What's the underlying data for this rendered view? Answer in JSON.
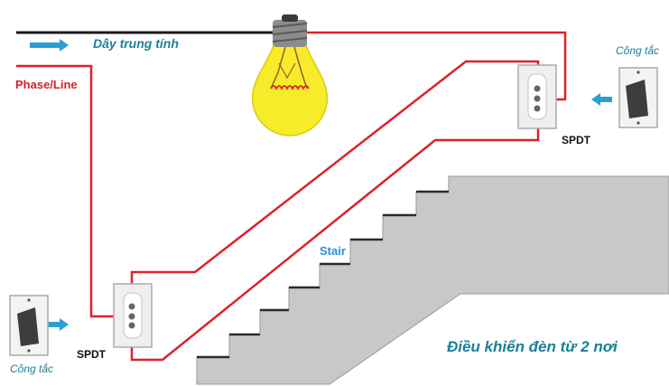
{
  "labels": {
    "neutral_wire": "Dây trung tính",
    "phase_line": "Phase/Line",
    "stair": "Stair",
    "spdt_right": "SPDT",
    "spdt_left": "SPDT",
    "switch_right": "Công tắc",
    "switch_left": "Công tắc",
    "caption": "Điều khiển đèn từ 2 nơi"
  },
  "colors": {
    "neutral_wire": "#1a1a1a",
    "phase_wire": "#e0202a",
    "arrow": "#2a9fd6",
    "bulb": "#f7ec2a",
    "stair_fill": "#c8c8c8",
    "text_teal": "#1a7f9a",
    "text_red": "#d4202a"
  },
  "icons": [
    "arrow-right-icon",
    "arrow-left-icon",
    "bulb-icon",
    "switch-icon"
  ]
}
